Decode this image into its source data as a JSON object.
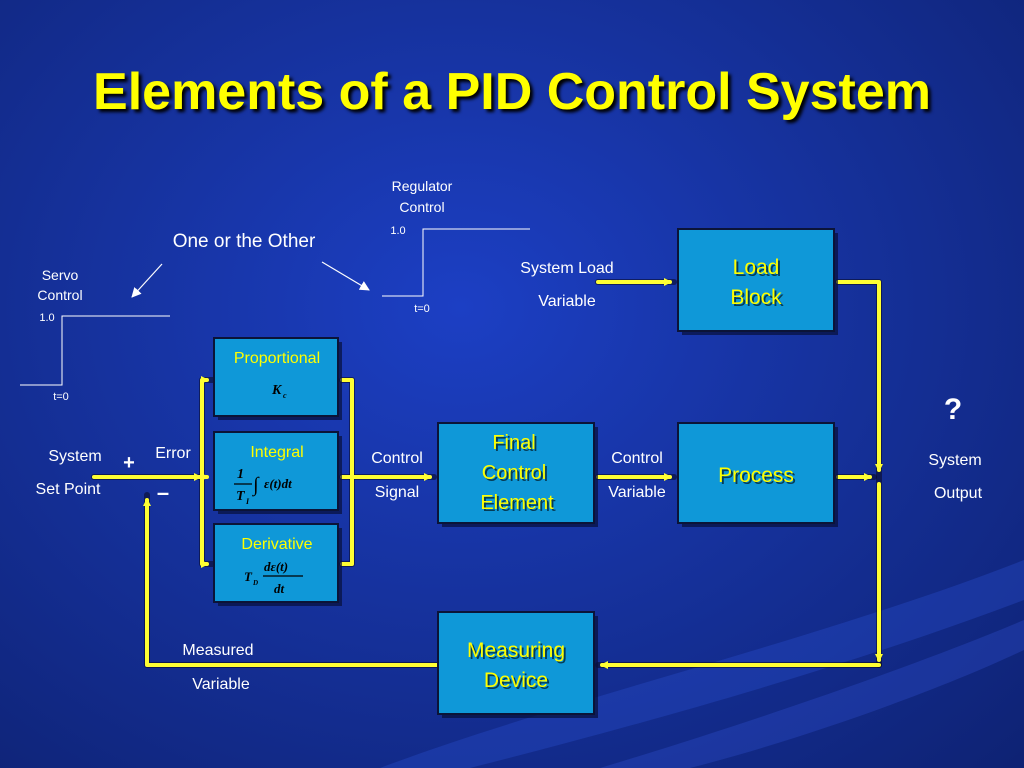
{
  "title": "Elements of a PID Control System",
  "colors": {
    "background": "#16329e",
    "title": "#ffff00",
    "wire": "#ffff33",
    "box_fill": "#0f98d8",
    "box_text": "#ffff00",
    "label": "#ffffff"
  },
  "labels": {
    "regulator_line1": "Regulator",
    "regulator_line2": "Control",
    "one_or_other": "One or the Other",
    "servo_line1": "Servo",
    "servo_line2": "Control",
    "servo_level": "1.0",
    "servo_t0": "t=0",
    "regulator_level": "1.0",
    "regulator_t0": "t=0",
    "system_load_line1": "System Load",
    "system_load_line2": "Variable",
    "system_line1": "System",
    "system_line2": "Set Point",
    "plus": "+",
    "minus": "–",
    "error": "Error",
    "control_signal_line1": "Control",
    "control_signal_line2": "Signal",
    "control_variable_line1": "Control",
    "control_variable_line2": "Variable",
    "question": "?",
    "system_output_line1": "System",
    "system_output_line2": "Output",
    "measured_line1": "Measured",
    "measured_line2": "Variable"
  },
  "blocks": {
    "load_line1": "Load",
    "load_line2": "Block",
    "proportional": "Proportional",
    "integral": "Integral",
    "derivative": "Derivative",
    "fce_line1": "Final",
    "fce_line2": "Control",
    "fce_line3": "Element",
    "process": "Process",
    "measuring_line1": "Measuring",
    "measuring_line2": "Device"
  },
  "formulas": {
    "kc": "K",
    "kc_sub": "c",
    "integral_num": "1",
    "integral_den": "T",
    "integral_den_sub": "I",
    "integral_sign": "∫",
    "integral_body": "ε(t)dt",
    "deriv_coef": "T",
    "deriv_coef_sub": "D",
    "deriv_num": "dε(t)",
    "deriv_den": "dt"
  }
}
